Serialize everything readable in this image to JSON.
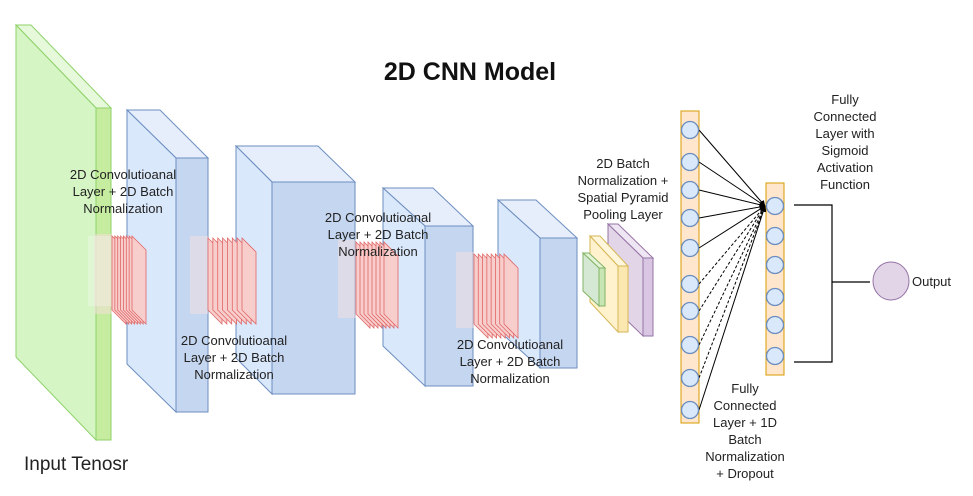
{
  "title": "2D CNN Model",
  "input_label": "Input Tenosr",
  "conv_label_1": "2D Convolutioanal Layer + 2D Batch Normalization",
  "conv_label_2": "2D Convolutioanal Layer + 2D Batch Normalization",
  "conv_label_3": "2D Convolutioanal Layer + 2D Batch Normalization",
  "conv_label_4": "2D Convolutioanal Layer + 2D Batch Normalization",
  "spp_label": "2D Batch Normalization + Spatial Pyramid Pooling Layer",
  "fc_dropout_label": "Fully Connected Layer + 1D Batch Normalization + Dropout",
  "fc_sigmoid_label": "Fully Connected Layer with Sigmoid Activation Function",
  "output_label": "Output",
  "colors": {
    "input_face": "#d5f5c4",
    "input_edge": "#8fd26a",
    "layer_face": "#dae8fc",
    "layer_edge": "#6c8ebf",
    "kernel_face": "#f8cecc",
    "kernel_edge": "#e06666",
    "fc_bar": "#ffe6cc",
    "fc_bar_edge": "#d79b00",
    "neuron": "#dae8fc",
    "output": "#e1d5e7",
    "output_edge": "#9673a6"
  }
}
